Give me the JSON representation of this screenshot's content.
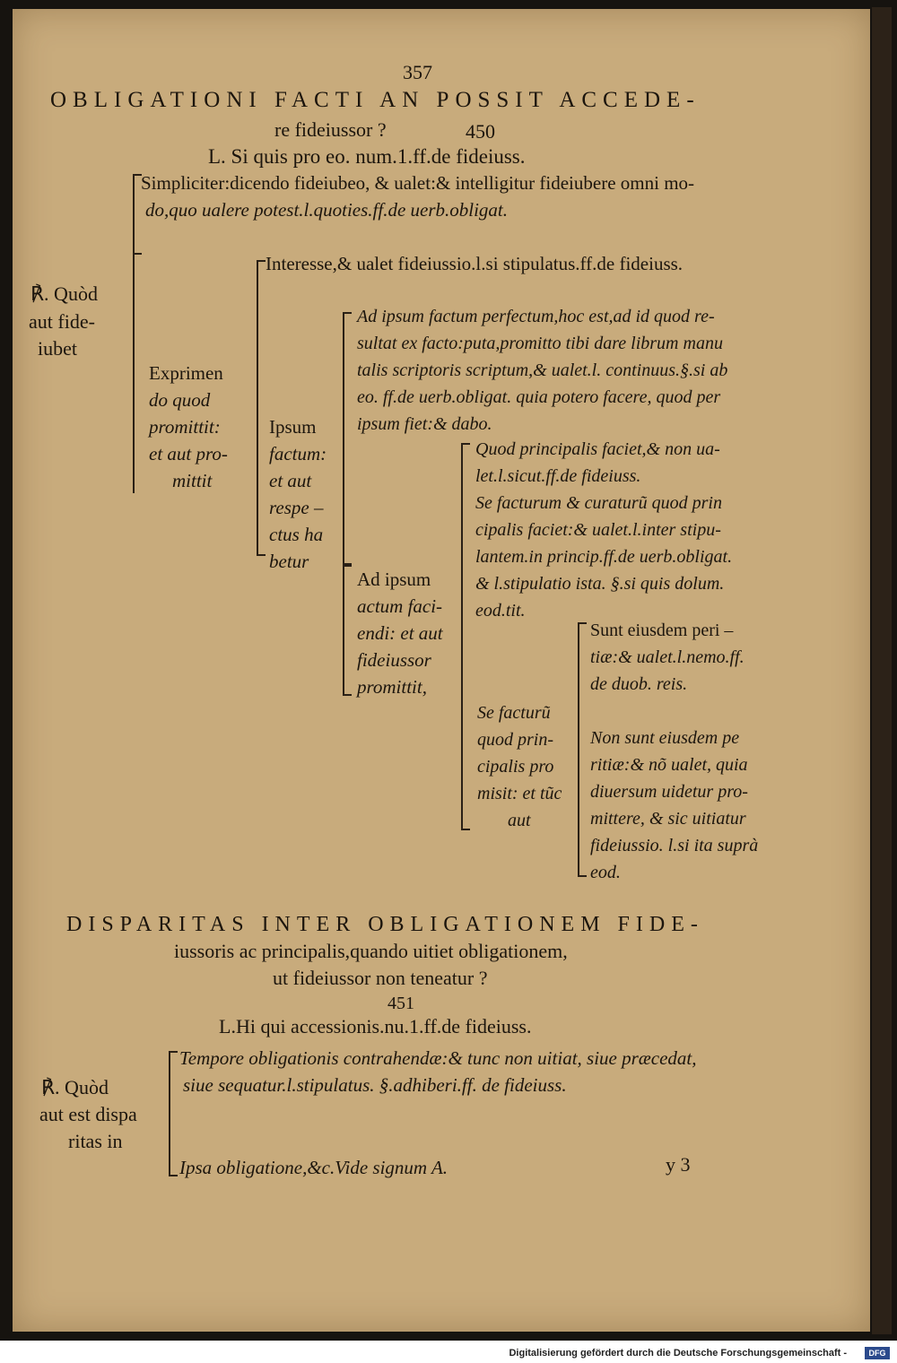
{
  "page_number": "357",
  "section1": {
    "title_line1": "OBLIGATIONI FACTI AN POSSIT ACCEDE-",
    "title_line2": "re fideiussor ?",
    "number": "450",
    "citation": "L. Si quis pro eo. num.1.ff.de fideiuss.",
    "answer_lines": [
      "℟. Quòd",
      "aut fide-",
      "iubet"
    ],
    "simpliciter_lines": [
      "Simpliciter:dicendo fideiubeo, & ualet:& intelligitur fideiubere omni mo-",
      "do,quo ualere potest.l.quoties.ff.de uerb.obligat."
    ],
    "interesse": "Interesse,& ualet fideiussio.l.si stipulatus.ff.de fideiuss.",
    "exprimendo_lines": [
      "Exprimen",
      "do quod",
      "promittit:",
      "et aut pro-",
      "mittit"
    ],
    "ipsum_lines": [
      "Ipsum",
      "factum:",
      "et aut",
      "respe –",
      "ctus ha",
      "betur"
    ],
    "ad_ipsum_lines": [
      "Ad ipsum factum perfectum,hoc est,ad id quod re-",
      "sultat ex facto:puta,promitto tibi dare librum manu",
      "talis scriptoris scriptum,& ualet.l. continuus.§.si ab",
      "eo. ff.de uerb.obligat. quia potero facere, quod per",
      "ipsum fiet:& dabo."
    ],
    "ad_actum_lines": [
      "Ad ipsum",
      "actum faci-",
      "endi: et aut",
      "fideiussor",
      "promittit,"
    ],
    "quod_lines": [
      "Quod principalis faciet,& non ua-",
      "let.l.sicut.ff.de fideiuss.",
      "Se facturum & curaturũ quod prin",
      "cipalis faciet:& ualet.l.inter stipu-",
      "lantem.in princip.ff.de uerb.obligat.",
      "& l.stipulatio ista. §.si quis dolum.",
      "eod.tit."
    ],
    "se_facturu_lines": [
      "Se facturũ",
      "quod prin-",
      "cipalis pro",
      "misit: et tũc",
      "aut"
    ],
    "sunt_lines": [
      "Sunt eiusdem peri –",
      "tiæ:& ualet.l.nemo.ff.",
      "de duob. reis."
    ],
    "non_sunt_lines": [
      "Non sunt eiusdem pe",
      "ritiæ:& nõ ualet, quia",
      "diuersum uidetur pro-",
      "mittere, & sic uitiatur",
      "fideiussio. l.si ita suprà",
      "eod."
    ]
  },
  "section2": {
    "title_line1": "DISPARITAS INTER OBLIGATIONEM FIDE-",
    "title_line2": "iussoris ac principalis,quando uitiet obligationem,",
    "title_line3": "ut fideiussor non teneatur ?",
    "number": "451",
    "citation": "L.Hi qui accessionis.nu.1.ff.de fideiuss.",
    "answer_lines": [
      "℟.  Quòd",
      "aut est dispa",
      "ritas in"
    ],
    "tempore_lines": [
      "Tempore obligationis contrahendæ:& tunc non uitiat, siue præcedat,",
      "siue sequatur.l.stipulatus. §.adhiberi.ff. de fideiuss."
    ],
    "ipsa_line": "Ipsa obligatione,&c.Vide signum A.",
    "signature": "y  3"
  },
  "footer": {
    "text": "Digitalisierung gefördert durch die Deutsche Forschungsgemeinschaft -",
    "logo": "DFG"
  }
}
